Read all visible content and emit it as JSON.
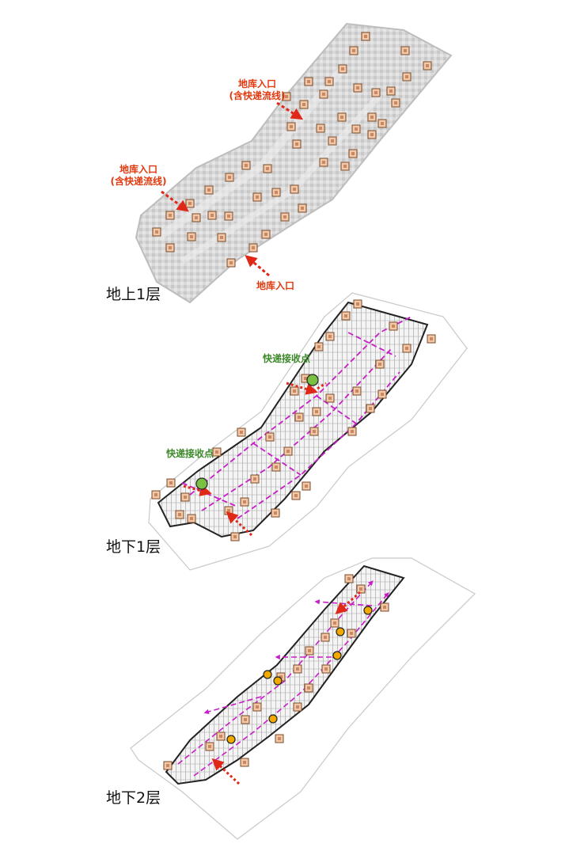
{
  "levels": [
    {
      "label": "地上1层"
    },
    {
      "label": "地下1层"
    },
    {
      "label": "地下2层"
    }
  ],
  "labels": {
    "garage_entry_express": "地库入口",
    "garage_entry_express_sub": "(含快递流线)",
    "garage_entry": "地库入口",
    "express_pickup": "快递接收点"
  },
  "colors": {
    "entry_arrow": "#e02818",
    "entry_text": "#e03a10",
    "pickup_text": "#3d8a2a",
    "pickup_dot": "#7ac143",
    "elevator_dot": "#f2a900",
    "route": "#c81ec8",
    "building_fill": "#f2c8a8",
    "building_stroke": "#7a4a2a"
  },
  "icons": {
    "building_marker": "building-core-icon",
    "pickup": "express-pickup-dot-icon",
    "elevator": "elevator-core-dot-icon",
    "arrow": "vehicle-entry-arrow-icon"
  }
}
